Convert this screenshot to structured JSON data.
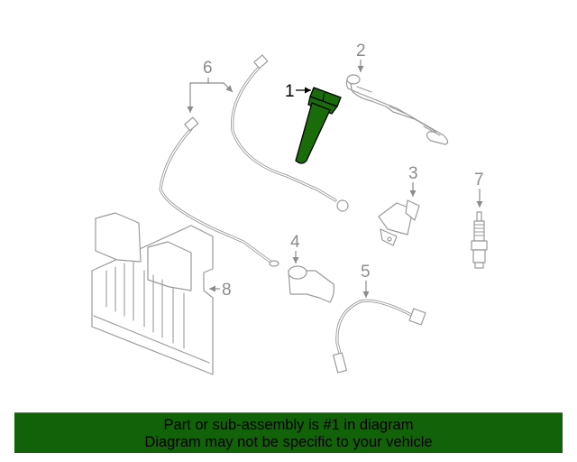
{
  "diagram": {
    "highlight_color": "#116208",
    "line_color": "#9a9a9a",
    "callouts": [
      {
        "id": "1",
        "label": "1",
        "highlighted": true
      },
      {
        "id": "2",
        "label": "2",
        "highlighted": false
      },
      {
        "id": "3",
        "label": "3",
        "highlighted": false
      },
      {
        "id": "4",
        "label": "4",
        "highlighted": false
      },
      {
        "id": "5",
        "label": "5",
        "highlighted": false
      },
      {
        "id": "6",
        "label": "6",
        "highlighted": false
      },
      {
        "id": "7",
        "label": "7",
        "highlighted": false
      },
      {
        "id": "8",
        "label": "8",
        "highlighted": false
      }
    ]
  },
  "banner": {
    "line1": "Part or sub-assembly is #1 in diagram",
    "line2": "Diagram may not be specific to your vehicle",
    "background": "#116208"
  }
}
